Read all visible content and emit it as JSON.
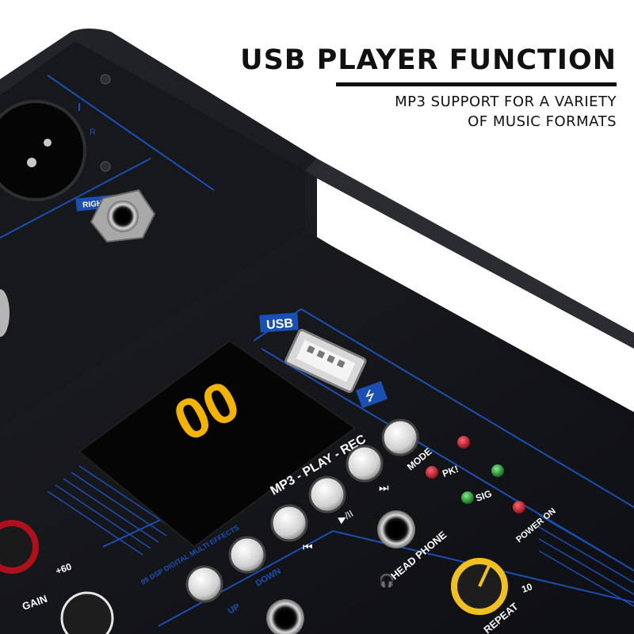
{
  "headline": {
    "title": "USB PLAYER FUNCTION",
    "subtitle_line1": "MP3 SUPPORT FOR A VARIETY",
    "subtitle_line2": "OF MUSIC FORMATS"
  },
  "panel": {
    "r_label": "R",
    "right_label": "RIGHT",
    "usb_label": "USB",
    "display_value": "00",
    "player_title": "MP3 - PLAY - REC",
    "mode_label": "MODE",
    "pk_label": "PK!",
    "sig_label": "SIG",
    "power_label": "POWER ON",
    "effects_label": "99 DSP DIGITAL MULTI EFFECTS",
    "up_label": "UP",
    "down_label": "DOWN",
    "headphone_label": "HEAD PHONE",
    "gain_label": "GAIN",
    "gain_max": "+60",
    "repeat_label": "REPEAT",
    "repeat_max": "10",
    "play_pause_symbol": "▶/II",
    "next_symbol": "⏭",
    "prev_symbol": "⏮",
    "usb_symbol": "⭍"
  },
  "colors": {
    "body_dark": "#121316",
    "accent_blue": "#1a4fb4",
    "display_digits": "#f2b400",
    "led_red": "#c0182a",
    "led_green": "#1f9e2c",
    "knob_yellow": "#f0c020",
    "knob_red": "#b0101c"
  }
}
